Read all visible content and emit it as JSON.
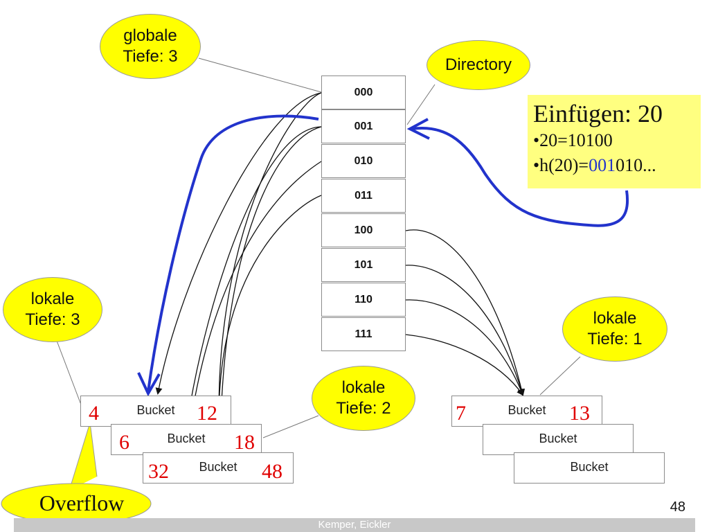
{
  "callouts": {
    "global_depth": [
      "globale",
      "Tiefe: 3"
    ],
    "directory": "Directory",
    "local_depth_3": [
      "lokale",
      "Tiefe: 3"
    ],
    "local_depth_2": [
      "lokale",
      "Tiefe: 2"
    ],
    "local_depth_1": [
      "lokale",
      "Tiefe: 1"
    ],
    "overflow": "Overflow"
  },
  "directory": [
    "000",
    "001",
    "010",
    "011",
    "100",
    "101",
    "110",
    "111"
  ],
  "buckets_left": [
    {
      "label": "Bucket",
      "left_num": "4",
      "right_num": "12"
    },
    {
      "label": "Bucket",
      "left_num": "6",
      "right_num": "18"
    },
    {
      "label": "Bucket",
      "left_num": "32",
      "right_num": "48"
    }
  ],
  "buckets_right": [
    {
      "label": "Bucket",
      "left_num": "7",
      "right_num": "13"
    },
    {
      "label": "Bucket"
    },
    {
      "label": "Bucket"
    }
  ],
  "insert_box": {
    "title": "Einfügen: 20",
    "line1": "•20=10100",
    "line2_prefix": "•h(20)=",
    "line2_highlight": "001",
    "line2_suffix": "010..."
  },
  "colors": {
    "callout": "#ffff00",
    "info_box": "#ffff80",
    "numbers": "#e00000",
    "highlight_arrow": "#2233cc"
  },
  "page_number": "48",
  "footer": "Kemper, Eickler"
}
